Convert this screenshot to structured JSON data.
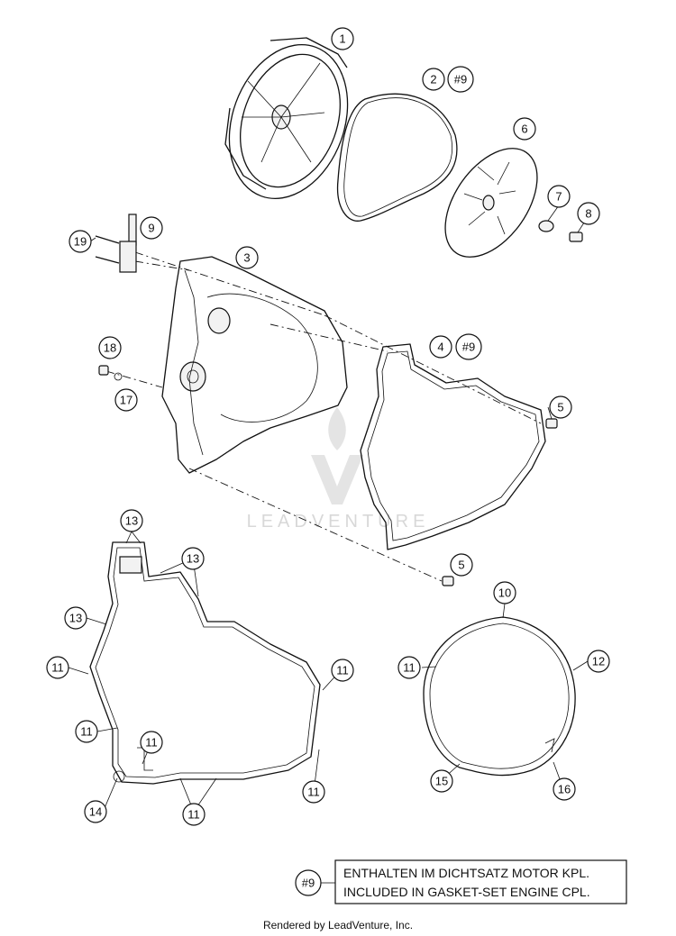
{
  "callouts": {
    "c1": "1",
    "c2": "2",
    "c2_ref": "#9",
    "c3": "3",
    "c4": "4",
    "c4_ref": "#9",
    "c5a": "5",
    "c5b": "5",
    "c6": "6",
    "c7": "7",
    "c8": "8",
    "c9": "9",
    "c10": "10",
    "c11_r": "11",
    "c12": "12",
    "c13_top": "13",
    "c13_mid": "13",
    "c13_left": "13",
    "c11_l1": "11",
    "c11_l2": "11",
    "c11_l3": "11",
    "c11_l4": "11",
    "c11_l5": "11",
    "c11_l6": "11",
    "c14": "14",
    "c15": "15",
    "c16": "16",
    "c17": "17",
    "c18": "18",
    "c19": "19"
  },
  "watermark": {
    "brand": "LEADVENTURE"
  },
  "legend": {
    "ref": "#9",
    "line1": "ENTHALTEN IM DICHTSATZ MOTOR KPL.",
    "line2": "INCLUDED IN GASKET-SET ENGINE CPL."
  },
  "footer": "Rendered by LeadVenture, Inc."
}
